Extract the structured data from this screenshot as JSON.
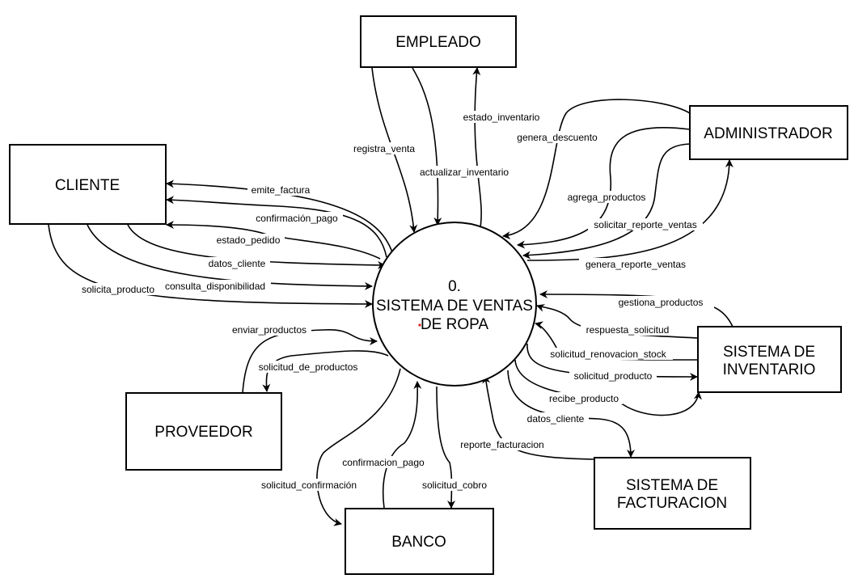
{
  "process": {
    "number": "0.",
    "line1": "SISTEMA DE VENTAS",
    "line2": "DE ROPA"
  },
  "entities": {
    "empleado": "EMPLEADO",
    "administrador": "ADMINISTRADOR",
    "cliente": "CLIENTE",
    "inventario_line1": "SISTEMA DE",
    "inventario_line2": "INVENTARIO",
    "proveedor": "PROVEEDOR",
    "facturacion_line1": "SISTEMA DE",
    "facturacion_line2": "FACTURACION",
    "banco": "BANCO"
  },
  "flows": {
    "estado_inventario": "estado_inventario",
    "registra_venta": "registra_venta",
    "actualizar_inventario": "actualizar_inventario",
    "genera_descuento": "genera_descuento",
    "agrega_productos": "agrega_productos",
    "solicitar_reporte_ventas": "solicitar_reporte_ventas",
    "genera_reporte_ventas": "genera_reporte_ventas",
    "emite_factura": "emite_factura",
    "confirmacion_pago_cliente": "confirmación_pago",
    "estado_pedido": "estado_pedido",
    "datos_cliente": "datos_cliente",
    "consulta_disponibilidad": "consulta_disponibilidad",
    "solicita_producto": "solicita_producto",
    "gestiona_productos": "gestiona_productos",
    "respuesta_solicitud": "respuesta_solicitud",
    "solicitud_renovacion_stock": "solicitud_renovacion_stock",
    "solicitud_producto": "solicitud_producto",
    "recibe_producto": "recibe_producto",
    "enviar_productos": "enviar_productos",
    "solicitud_de_productos": "solicitud_de_productos",
    "datos_cliente_facturacion": "datos_cliente",
    "reporte_facturacion": "reporte_facturacion",
    "confirmacion_pago_banco": "confirmacion_pago",
    "solicitud_confirmacion": "solicitud_confirmación",
    "solicitud_cobro": "solicitud_cobro"
  }
}
